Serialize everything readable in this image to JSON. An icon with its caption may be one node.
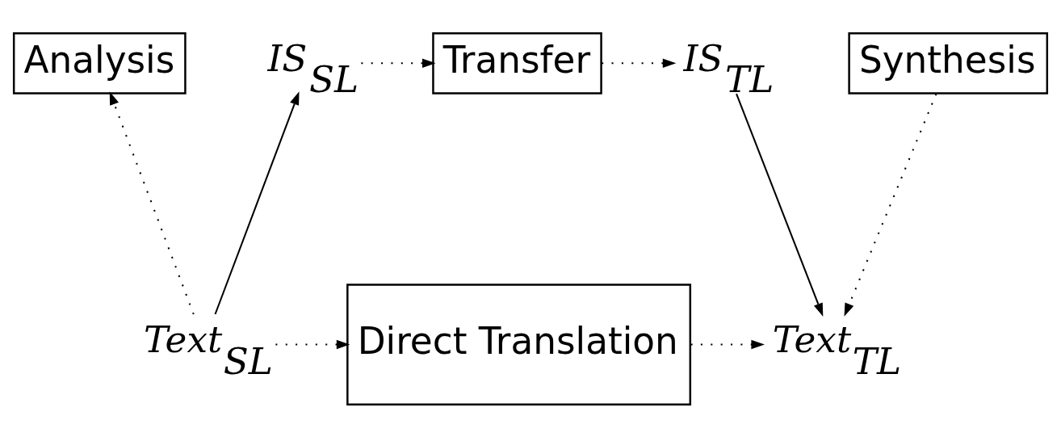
{
  "diagram": {
    "nodes": [
      {
        "text": [
          "Analysis"
        ]
      },
      {
        "text": [
          "IS$_{SL}$"
        ]
      },
      {
        "text": [
          "Transfer"
        ]
      },
      {
        "text": [
          "IS$_{TL}$"
        ]
      },
      {
        "text": [
          "Synthesis"
        ]
      },
      {
        "text": [
          "Text$_{SL}$"
        ]
      },
      {
        "text": [
          "Direct Translation"
        ]
      },
      {
        "text": [
          "Text$_{TL}$"
        ]
      }
    ],
    "edges": [
      {
        "from": 5,
        "to": 0,
        "arrow": "to",
        "style": "dashed"
      },
      {
        "from": 5,
        "to": 1,
        "arrow": "to"
      },
      {
        "from": 1,
        "to": 2,
        "arrow": "to",
        "style": "dashed"
      },
      {
        "from": 2,
        "to": 3,
        "arrow": "to",
        "style": "dashed"
      },
      {
        "from": 3,
        "to": 7,
        "arrow": "to"
      },
      {
        "from": 4,
        "to": 7,
        "arrow": "to",
        "style": "dashed"
      },
      {
        "from": 5,
        "to": 6,
        "arrow": "to",
        "style": "dashed"
      },
      {
        "from": 6,
        "to": 7,
        "arrow": "to",
        "style": "dashed"
      }
    ]
  }
}
